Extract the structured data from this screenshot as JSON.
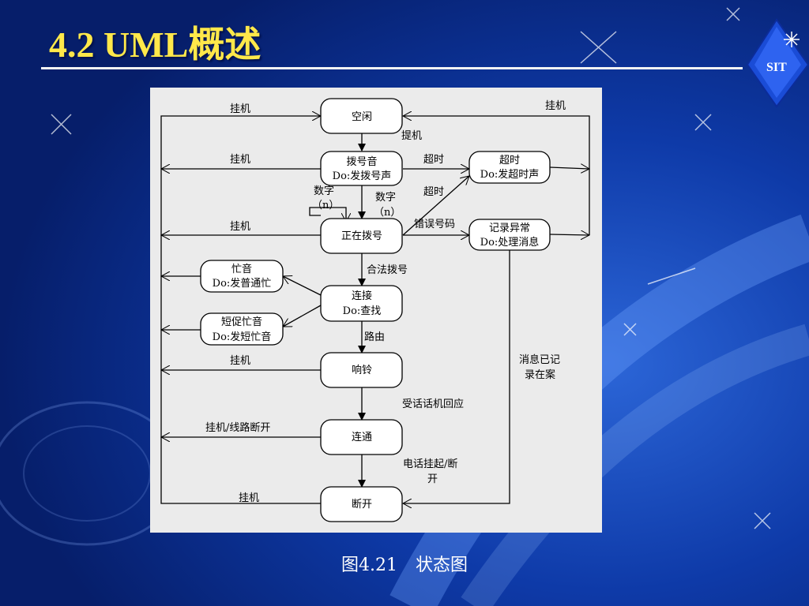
{
  "slide": {
    "title": "4.2 UML概述",
    "logo_text": "SIT",
    "caption_number": "图4.21",
    "caption_text": "状态图"
  },
  "diagram": {
    "states": {
      "idle": {
        "name": "空闲"
      },
      "dial_tone": {
        "name": "拨号音",
        "activity": "Do:发拨号声"
      },
      "timeout": {
        "name": "超时",
        "activity": "Do:发超时声"
      },
      "dialing": {
        "name": "正在拨号"
      },
      "error": {
        "name": "记录异常",
        "activity": "Do:处理消息"
      },
      "busy": {
        "name": "忙音",
        "activity": "Do:发普通忙"
      },
      "connecting": {
        "name": "连接",
        "activity": "Do:查找"
      },
      "fast_busy": {
        "name": "短促忙音",
        "activity": "Do:发短忙音"
      },
      "ringing": {
        "name": "响铃"
      },
      "connected": {
        "name": "连通"
      },
      "disconnected": {
        "name": "断开"
      }
    },
    "transitions": {
      "hangup_idle": "挂机",
      "hangup_right": "挂机",
      "lift": "提机",
      "hangup_dial_tone": "挂机",
      "timeout_1": "超时",
      "digit_self_1": "数字",
      "digit_self_2": "（n）",
      "digit_1": "数字",
      "digit_2": "（n）",
      "timeout_2": "超时",
      "hangup_dialing": "挂机",
      "invalid": "错误号码",
      "valid": "合法拨号",
      "routed": "路由",
      "hangup_ringing": "挂机",
      "logged_1": "消息已记",
      "logged_2": "录在案",
      "answered": "受话话机回应",
      "hangup_line": "挂机/线路断开",
      "callee_1": "电话挂起/断",
      "callee_2": "开",
      "hangup_disconnected": "挂机"
    }
  }
}
